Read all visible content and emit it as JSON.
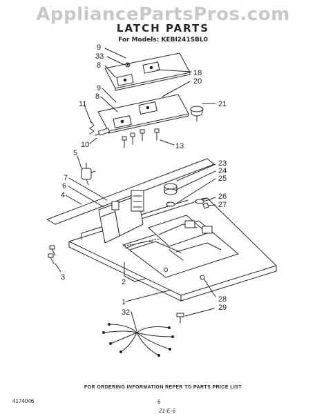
{
  "watermark": "AppliancePartsPros.com",
  "title": "LATCH PARTS",
  "subtitle": "For Models: KEBI241SBL0",
  "footer": {
    "note": "FOR ORDERING INFORMATION REFER TO PARTS PRICE LIST",
    "left_code": "4174046",
    "page": "6",
    "handwritten": "21-E-6"
  },
  "callouts": [
    "9",
    "33",
    "8",
    "18",
    "9",
    "20",
    "8",
    "11",
    "21",
    "10",
    "13",
    "5",
    "23",
    "24",
    "25",
    "7",
    "6",
    "4",
    "26",
    "27",
    "3",
    "2",
    "28",
    "1",
    "29",
    "32"
  ]
}
